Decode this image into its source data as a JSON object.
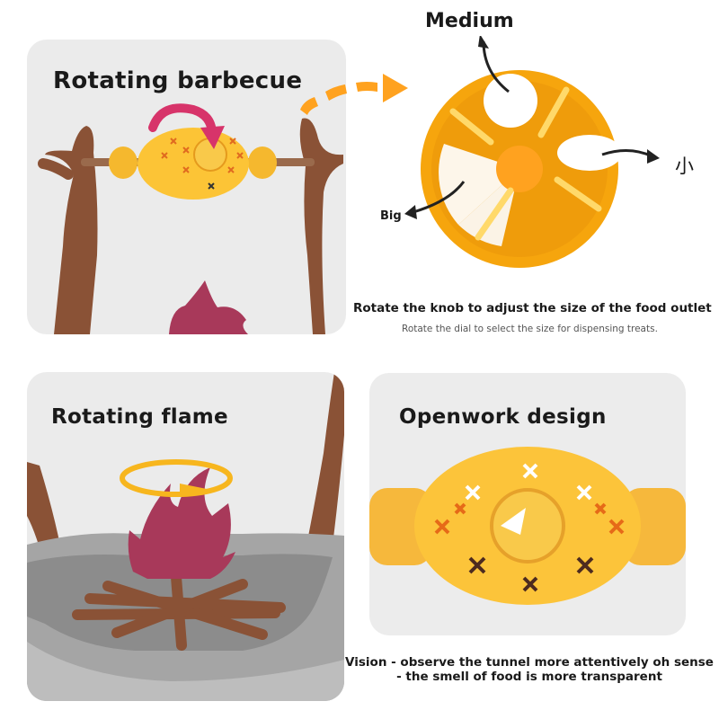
{
  "panels": {
    "bbq": {
      "title": "Rotating barbecue"
    },
    "flame": {
      "title": "Rotating flame"
    },
    "openwork": {
      "title": "Openwork design"
    }
  },
  "dial": {
    "label_medium": "Medium",
    "label_small": "小",
    "label_big": "Big"
  },
  "captions": {
    "main": "Rotate the knob to adjust the size of the food outlet",
    "sub": "Rotate the dial to select the size for dispensing treats.",
    "vision": "Vision - observe the tunnel more attentively oh sense - the smell of food is more transparent"
  },
  "colors": {
    "panel_bg": "#ebebeb",
    "toy_yellow": "#f5b82e",
    "toy_orange": "#ff9e1a",
    "branch_brown": "#8a5236",
    "flame_maroon": "#a8395a",
    "tray_gray": "#8f8f8f",
    "arrow_orange": "#ffa21f"
  }
}
